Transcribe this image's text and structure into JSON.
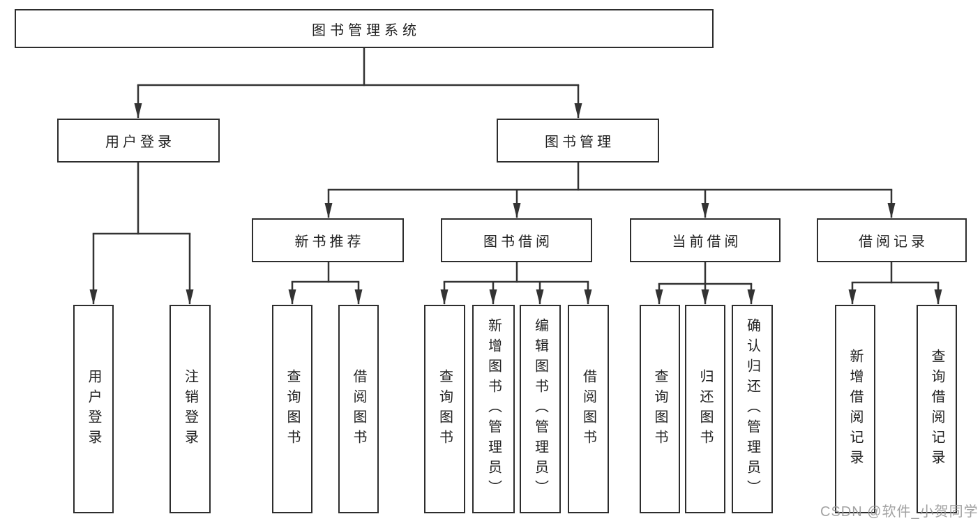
{
  "tree": {
    "root": {
      "label": "图书管理系统"
    },
    "branches": [
      {
        "label": "用户登录",
        "children": [
          {
            "label": "用户登录"
          },
          {
            "label": "注销登录"
          }
        ]
      },
      {
        "label": "图书管理",
        "sections": [
          {
            "label": "新书推荐",
            "children": [
              {
                "label": "查询图书"
              },
              {
                "label": "借阅图书"
              }
            ]
          },
          {
            "label": "图书借阅",
            "children": [
              {
                "label": "查询图书"
              },
              {
                "label": "新增图书（管理员）"
              },
              {
                "label": "编辑图书（管理员）"
              },
              {
                "label": "借阅图书"
              }
            ]
          },
          {
            "label": "当前借阅",
            "children": [
              {
                "label": "查询图书"
              },
              {
                "label": "归还图书"
              },
              {
                "label": "确认归还（管理员）"
              }
            ]
          },
          {
            "label": "借阅记录",
            "children": [
              {
                "label": "新增借阅记录"
              },
              {
                "label": "查询借阅记录"
              }
            ]
          }
        ]
      }
    ]
  },
  "watermark": {
    "text": "CSDN @软件_小贺同学"
  },
  "colors": {
    "line": "#333333",
    "border": "#2d2d2d",
    "text": "#222222",
    "watermark": "#989898",
    "background": "#ffffff"
  }
}
